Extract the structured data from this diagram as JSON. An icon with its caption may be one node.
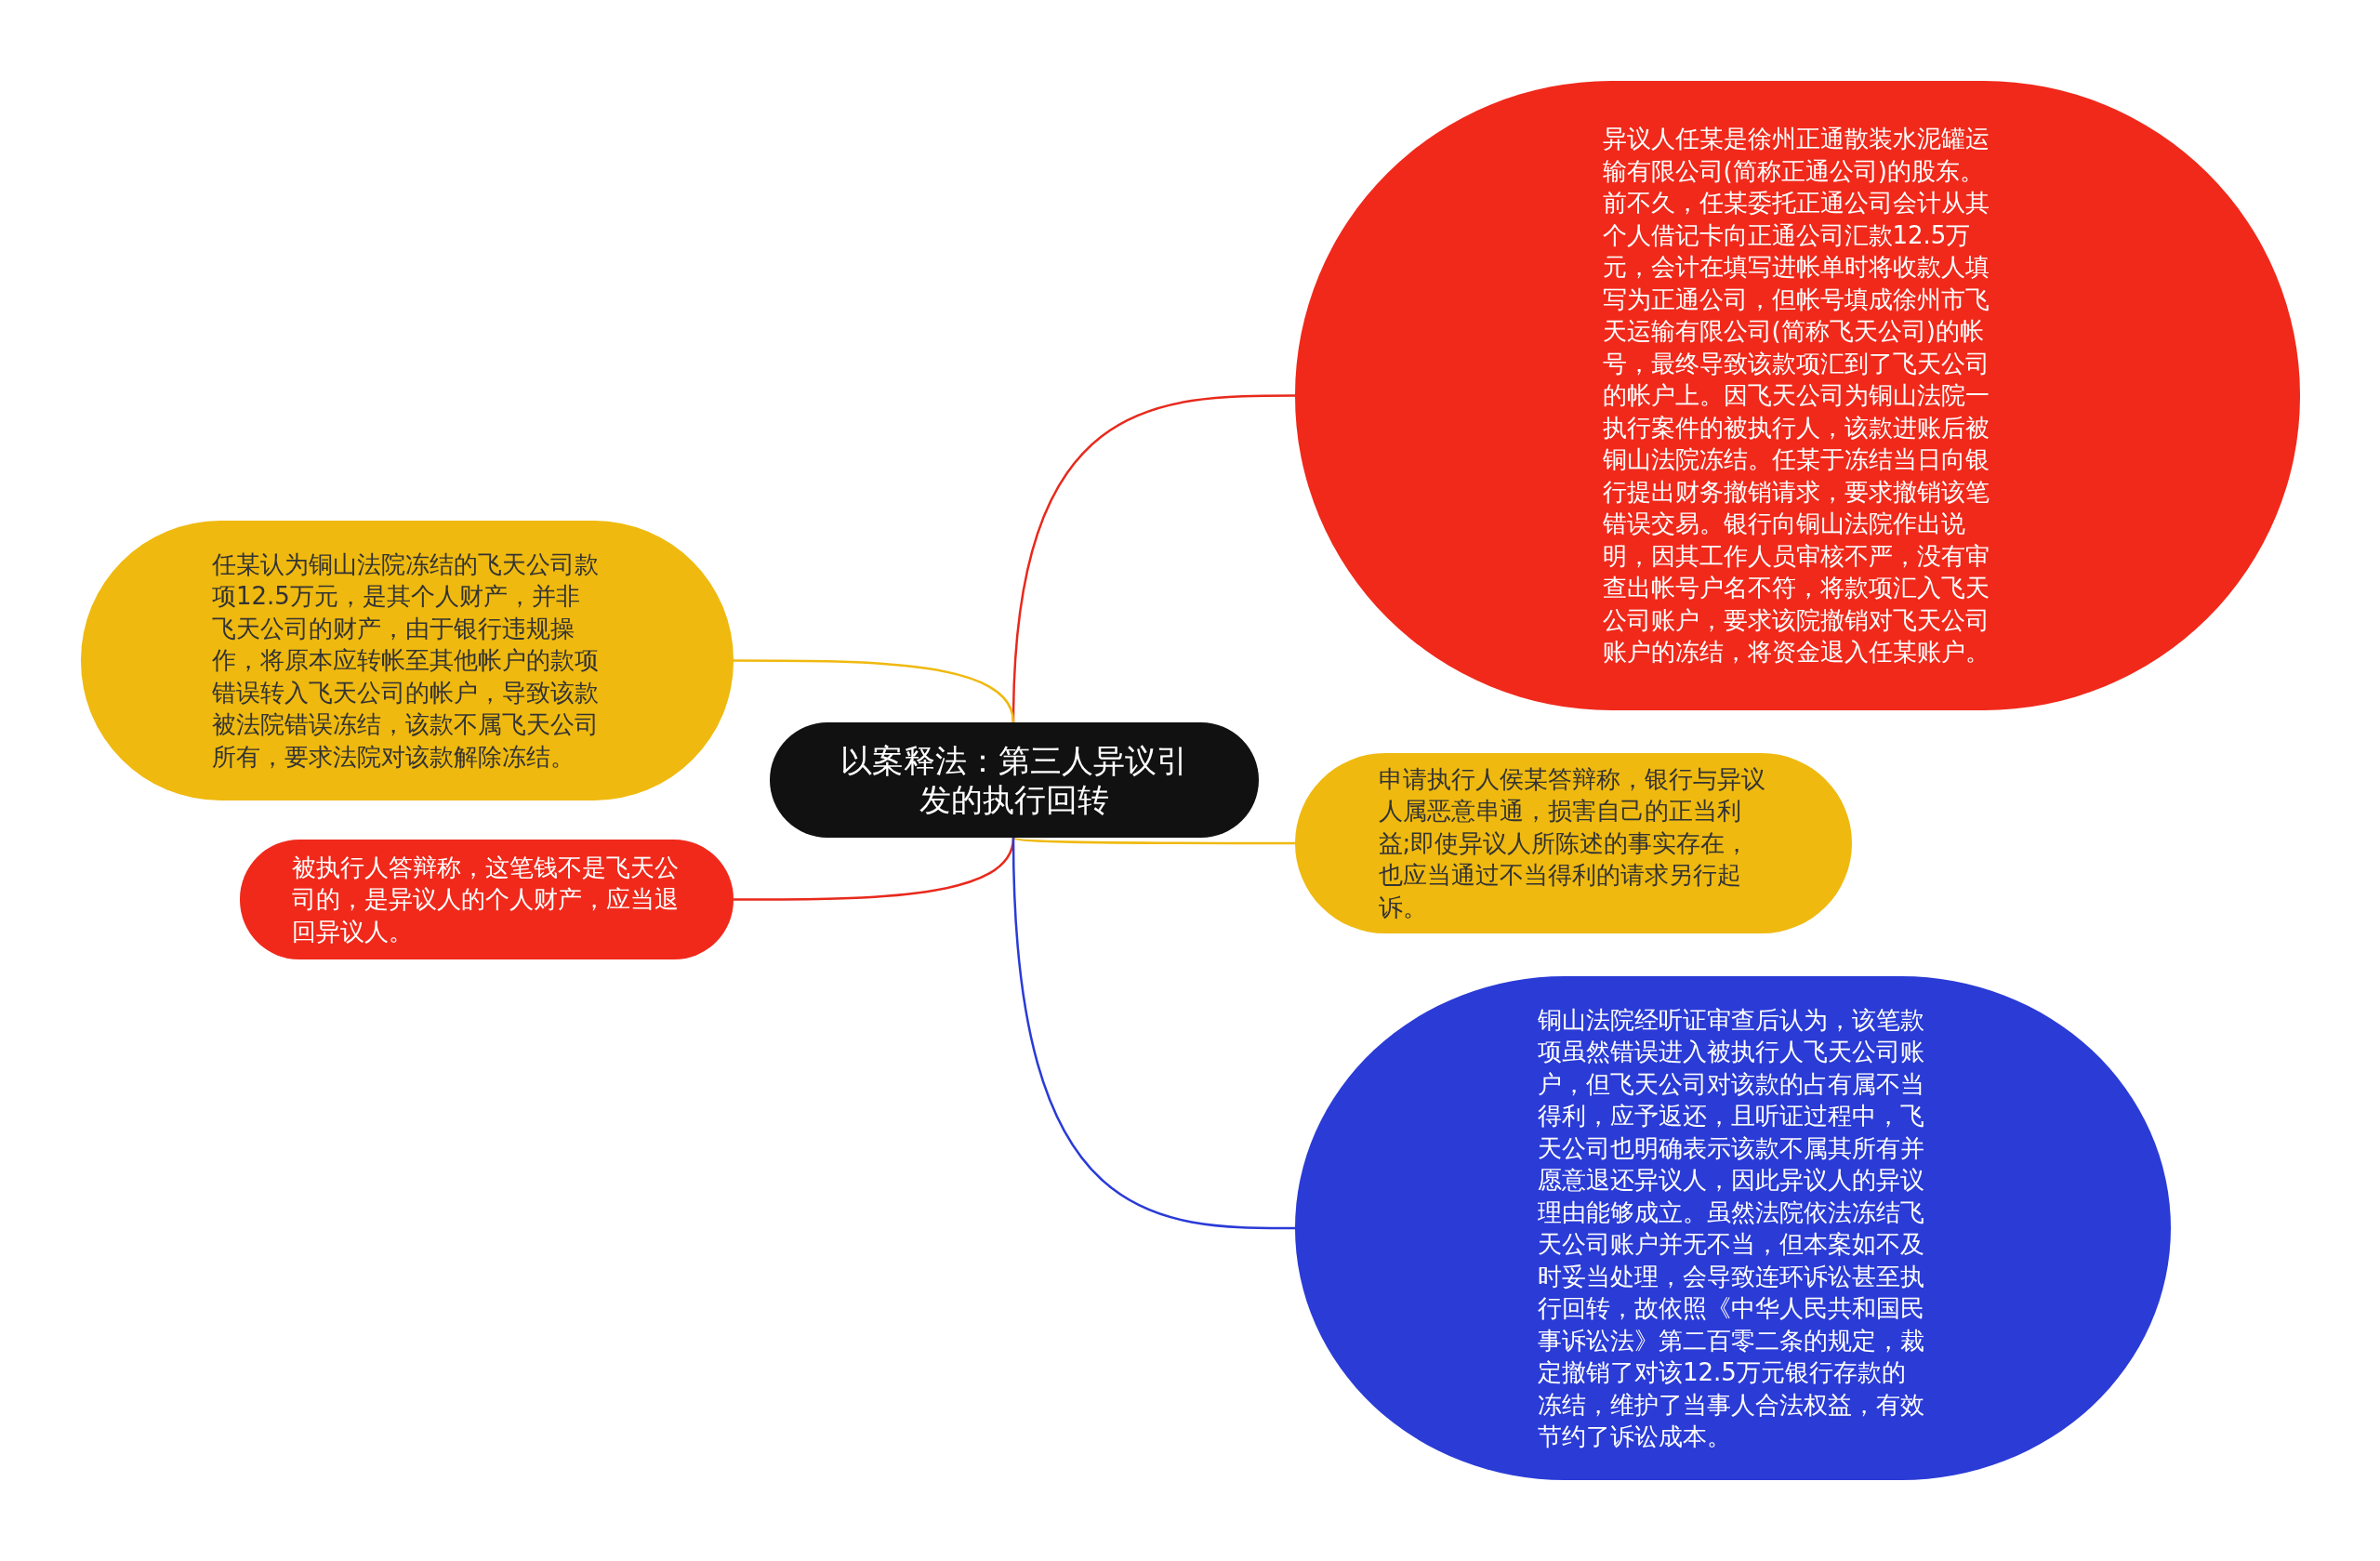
{
  "diagram": {
    "nodes": [
      {
        "text": [
          "以案释法：第三人异议引发的执行回转"
        ]
      },
      {
        "text": [
          "异议人任某是徐州正通散装水泥罐运输有限公司(简称正通公司)的股东。前不久，任某委托正通公司会计从其个人借记卡向正通公司汇款12.5万元，会计在填写进帐单时将收款人填写为正通公司，但帐号填成徐州市飞天运输有限公司(简称飞天公司)的帐号，最终导致该款项汇到了飞天公司的帐户上。因飞天公司为铜山法院一执行案件的被执行人，该款进账后被铜山法院冻结。任某于冻结当日向银行提出财务撤销请求，要求撤销该笔错误交易。银行向铜山法院作出说明，因其工作人员审核不严，没有审查出帐号户名不符，将款项汇入飞天公司账户，要求该院撤销对飞天公司账户的冻结，将资金退入任某账户。"
        ]
      },
      {
        "text": [
          "任某认为铜山法院冻结的飞天公司款项12.5万元，是其个人财产，并非飞天公司的财产，由于银行违规操作，将原本应转帐至其他帐户的款项错误转入飞天公司的帐户，导致该款被法院错误冻结，该款不属飞天公司所有，要求法院对该款解除冻结。"
        ]
      },
      {
        "text": [
          "申请执行人侯某答辩称，银行与异议人属恶意串通，损害自己的正当利益;即使异议人所陈述的事实存在，也应当通过不当得利的请求另行起诉。"
        ]
      },
      {
        "text": [
          "被执行人答辩称，这笔钱不是飞天公司的，是异议人的个人财产，应当退回异议人。"
        ]
      },
      {
        "text": [
          "铜山法院经听证审查后认为，该笔款项虽然错误进入被执行人飞天公司账户，但飞天公司对该款的占有属不当得利，应予返还，且听证过程中，飞天公司也明确表示该款不属其所有并愿意退还异议人，因此异议人的异议理由能够成立。虽然法院依法冻结飞天公司账户并无不当，但本案如不及时妥当处理，会导致连环诉讼甚至执行回转，故依照《中华人民共和国民事诉讼法》第二百零二条的规定，裁定撤销了对该12.5万元银行存款的冻结，维护了当事人合法权益，有效节约了诉讼成本。"
        ]
      }
    ],
    "edges": [
      {
        "from": 0,
        "to": 1,
        "arrow": "none",
        "color": "#e8291c"
      },
      {
        "from": 0,
        "to": 2,
        "arrow": "none",
        "color": "#efb90f"
      },
      {
        "from": 0,
        "to": 3,
        "arrow": "none",
        "color": "#efb90f"
      },
      {
        "from": 0,
        "to": 4,
        "arrow": "none",
        "color": "#e8291c"
      },
      {
        "from": 0,
        "to": 5,
        "arrow": "none",
        "color": "#2a3bd6"
      }
    ]
  }
}
